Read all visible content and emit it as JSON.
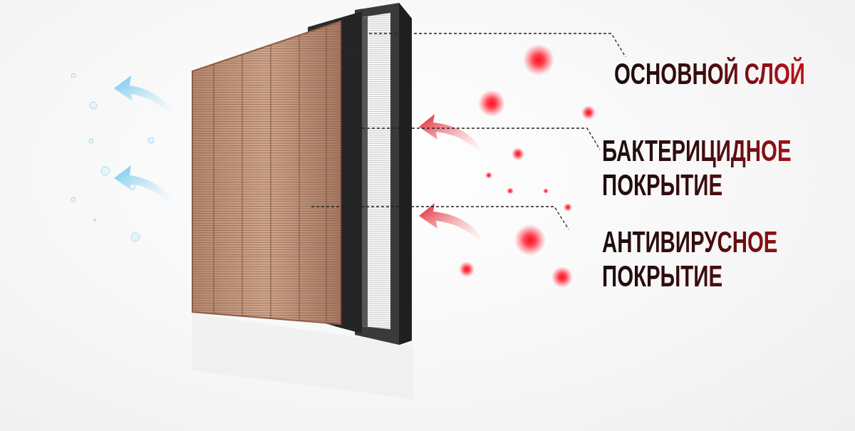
{
  "diagram": {
    "labels": [
      "ОСНОВНОЙ СЛОЙ",
      "БАКТЕРИЦИДНОЕ ПОКРЫТИЕ",
      "АНТИВИРУСНОЕ ПОКРЫТИЕ"
    ]
  }
}
